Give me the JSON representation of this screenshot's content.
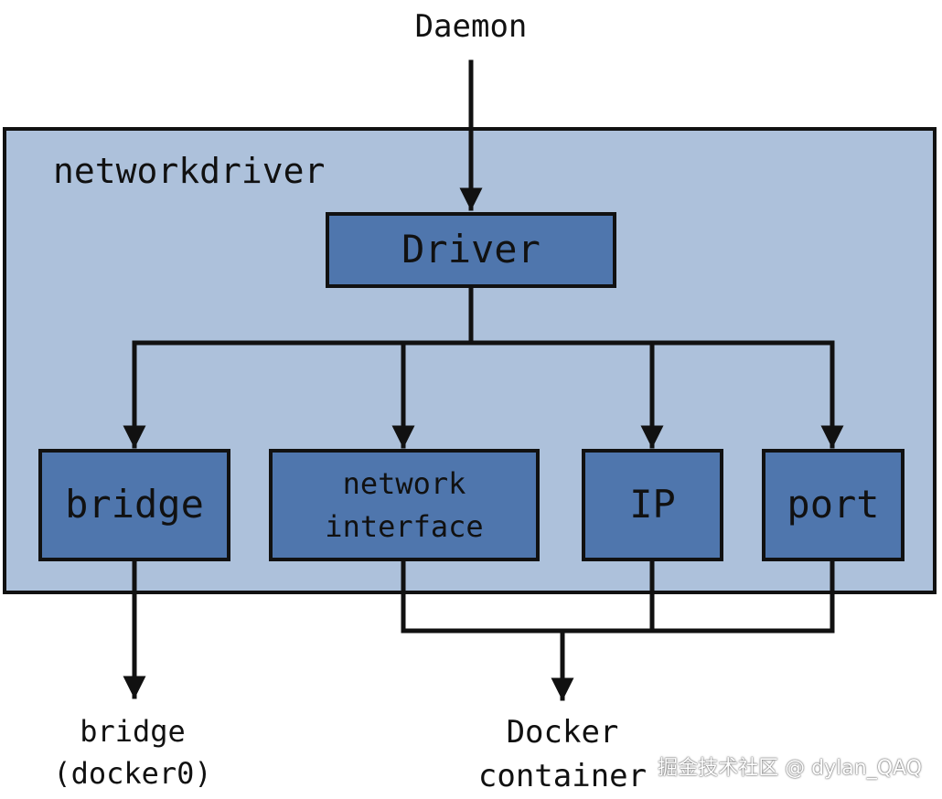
{
  "top_label": "Daemon",
  "container_title": "networkdriver",
  "driver_label": "Driver",
  "components": {
    "bridge": "bridge",
    "network_interface_line1": "network",
    "network_interface_line2": "interface",
    "ip": "IP",
    "port": "port"
  },
  "outputs": {
    "bridge_line1": "bridge",
    "bridge_line2": "(docker0)",
    "docker_line1": "Docker",
    "docker_line2": "container"
  },
  "watermark": "掘金技术社区 @ dylan_QAQ",
  "colors": {
    "container_fill": "#adc1db",
    "node_fill": "#4f76ad",
    "stroke": "#111111"
  }
}
